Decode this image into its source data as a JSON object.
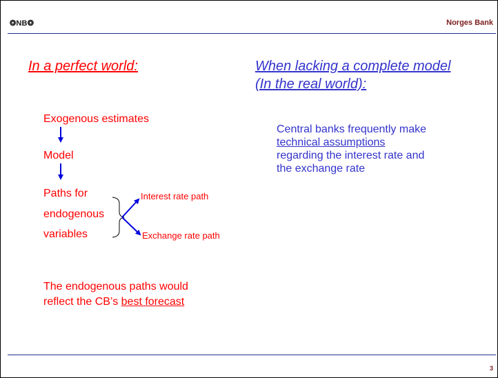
{
  "header": {
    "logo": "❂NB❂",
    "brand": "Norges Bank"
  },
  "left": {
    "heading": "In a perfect world:",
    "steps": [
      "Exogenous estimates",
      "Model",
      "Paths for",
      "endogenous",
      "variables"
    ],
    "branches": [
      "Interest rate path",
      "Exchange rate path"
    ],
    "conclusion_line1": "The endogenous paths would",
    "conclusion_line2_prefix": "reflect the CB’s ",
    "conclusion_line2_underlined": "best forecast"
  },
  "right": {
    "heading_line1": "When lacking a complete model",
    "heading_line2": "(In the real world):",
    "text_line1": "Central banks frequently make",
    "text_line2_underlined": "technical assumptions",
    "text_line3": "regarding the interest rate and",
    "text_line4": "the exchange rate"
  },
  "footer": {
    "page_number": "3"
  },
  "colors": {
    "red": "#ff0000",
    "blue": "#3333cc",
    "rule": "#1f2f8f",
    "brand": "#7a1c1c"
  }
}
